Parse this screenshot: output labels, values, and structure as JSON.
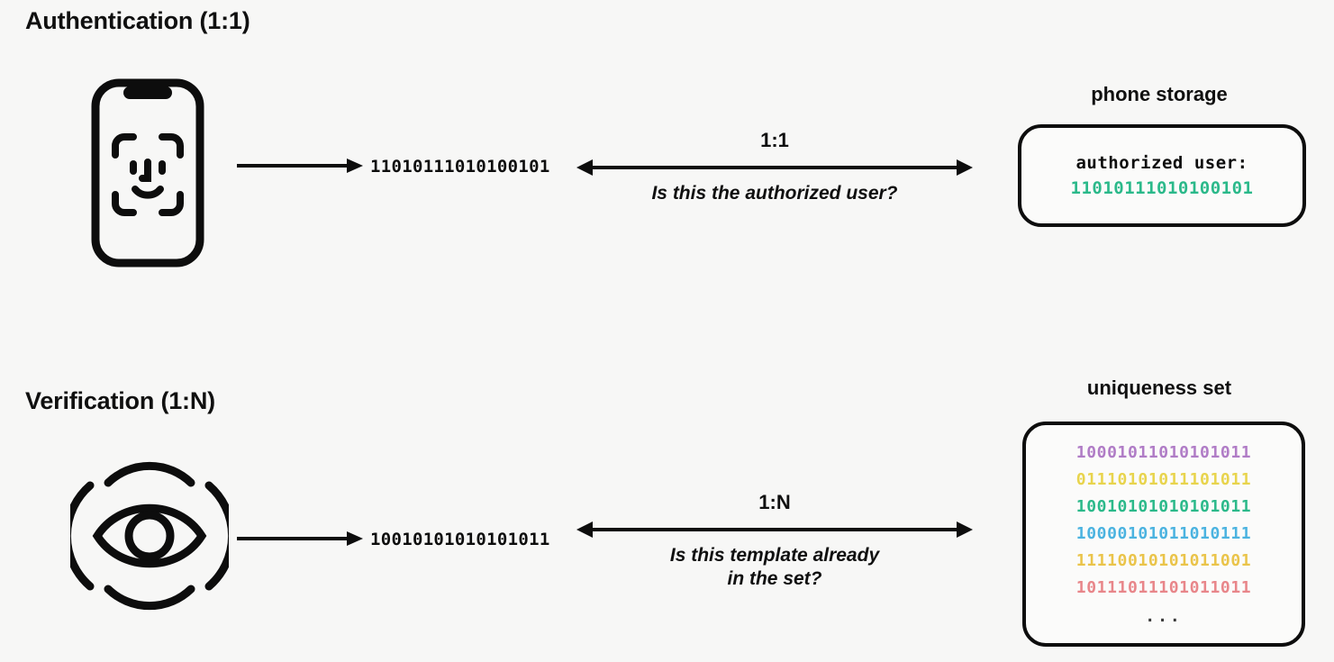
{
  "diagram": {
    "background_color": "#f7f7f6",
    "ink_color": "#0d0d0d"
  },
  "sections": {
    "authentication": {
      "title": "Authentication (1:1)",
      "capture_icon": "phone-faceid-icon",
      "template": "11010111010100101",
      "compare": {
        "ratio": "1:1",
        "question": "Is this the authorized user?"
      },
      "store": {
        "label": "phone storage",
        "entry_key": "authorized user:",
        "entry_value": "11010111010100101",
        "entry_value_color": "#2bb98a"
      }
    },
    "verification": {
      "title": "Verification (1:N)",
      "capture_icon": "eye-scan-icon",
      "template": "10010101010101011",
      "compare": {
        "ratio": "1:N",
        "question_line1": "Is this template already",
        "question_line2": "in the set?"
      },
      "store": {
        "label": "uniqueness set",
        "ellipsis": "...",
        "entries": [
          {
            "value": "10001011010101011",
            "color": "#b07cc6"
          },
          {
            "value": "01110101011101011",
            "color": "#e8d44d"
          },
          {
            "value": "10010101010101011",
            "color": "#2bb98a"
          },
          {
            "value": "10000101011010111",
            "color": "#4bb3e0"
          },
          {
            "value": "11110010101011001",
            "color": "#eac44a"
          },
          {
            "value": "10111011101011011",
            "color": "#e8868a"
          }
        ]
      }
    }
  }
}
